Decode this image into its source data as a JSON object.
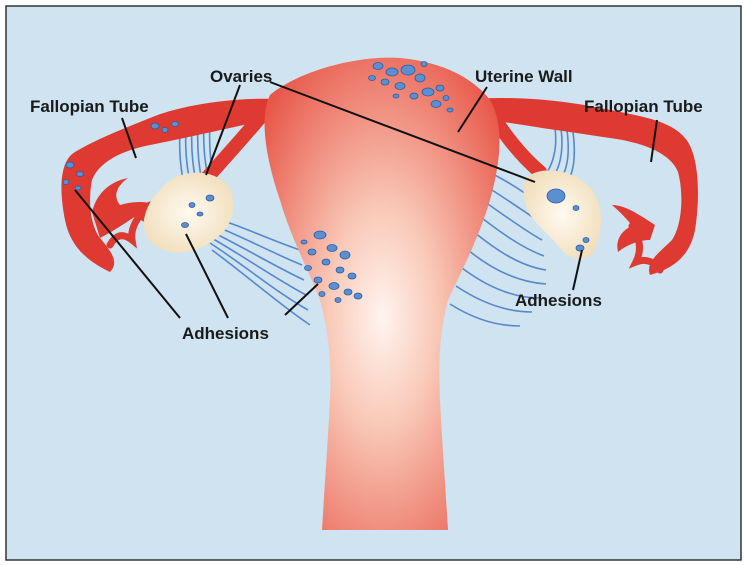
{
  "diagram": {
    "colors": {
      "background": "#cfe3f0",
      "frame": "#333333",
      "uterus_light": "#fde3da",
      "uterus_dark": "#e8584a",
      "tube": "#de3a32",
      "ovary": "#f7e8cc",
      "ligament": "#4a7fc9",
      "lesion": "#5b8fd1",
      "leader_line": "#111111"
    },
    "labels": {
      "ovaries": "Ovaries",
      "uterine_wall": "Uterine Wall",
      "fallopian_tube_left": "Fallopian Tube",
      "fallopian_tube_right": "Fallopian Tube",
      "adhesions_center": "Adhesions",
      "adhesions_right": "Adhesions"
    }
  }
}
